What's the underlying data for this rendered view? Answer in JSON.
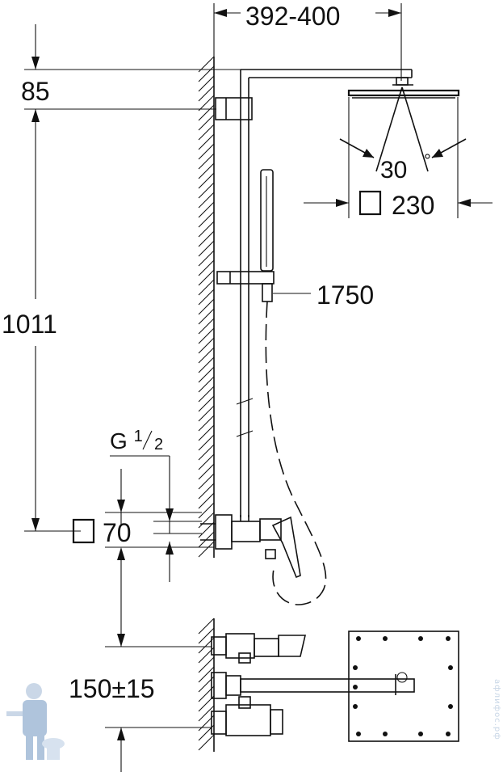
{
  "dimensions": {
    "arm_projection": "392-400",
    "ceiling_offset": "85",
    "rail_height": "1011",
    "head_angle": "30",
    "degree_symbol": "°",
    "head_size": "230",
    "hose_length": "1750",
    "thread_base": "G",
    "thread_num": "1",
    "thread_den": "2",
    "inlet_square": "70",
    "inlet_spacing": "150±15"
  },
  "watermark": "афлифос.рф",
  "colors": {
    "line": "#111111",
    "background": "#ffffff",
    "watermark": "#c8d6e6"
  }
}
